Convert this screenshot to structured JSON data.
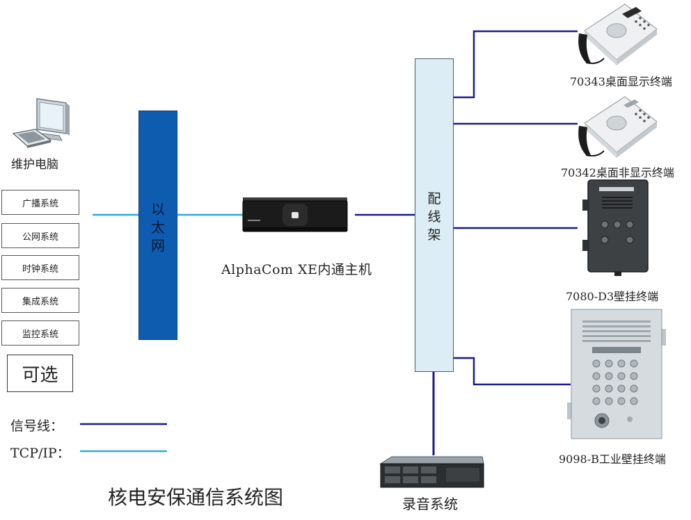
{
  "diagram_title": "核电安保通信系统图",
  "workstation": {
    "label": "维护电脑",
    "icon": "computer-icon"
  },
  "systems": [
    "广播系统",
    "公网系统",
    "时钟系统",
    "集成系统",
    "监控系统"
  ],
  "optional_label": "可选",
  "ethernet": {
    "chars": [
      "以",
      "太",
      "网"
    ]
  },
  "host": {
    "label": "AlphaCom XE内通主机",
    "icon": "intercom-host-icon"
  },
  "patch_panel": {
    "chars": [
      "配",
      "线",
      "架"
    ]
  },
  "recording": {
    "label": "录音系统",
    "icon": "rack-server-icon"
  },
  "terminals": [
    {
      "label": "70343桌面显示终端",
      "icon": "desk-phone-display-icon"
    },
    {
      "label": "70342桌面非显示终端",
      "icon": "desk-phone-icon"
    },
    {
      "label": "7080-D3壁挂终端",
      "icon": "wall-intercom-icon"
    },
    {
      "label": "9098-B工业壁挂终端",
      "icon": "industrial-wall-intercom-icon"
    }
  ],
  "legend": [
    {
      "label": "信号线：",
      "color": "#1a1a8c"
    },
    {
      "label": "TCP/IP：",
      "color": "#2fa8d8"
    }
  ],
  "colors": {
    "signal_line": "#1a1a8c",
    "tcp_line": "#2fa8d8",
    "ethernet_fill": "#0e5cb0",
    "patch_fill": "#dcedf6"
  }
}
